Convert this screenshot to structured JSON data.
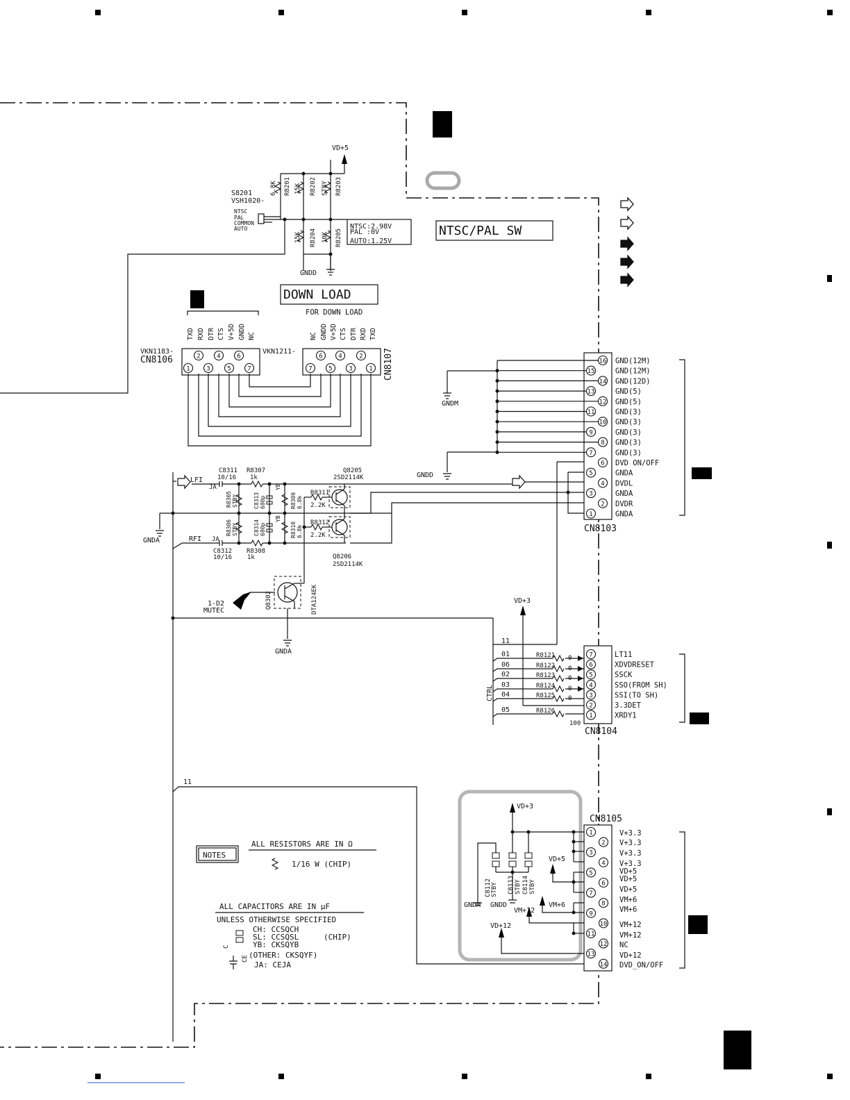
{
  "switch": {
    "vd5": "VD+5",
    "part": "S8201",
    "model": "VSH1020-",
    "pos1": "NTSC",
    "pos2": "PAL",
    "pos3": "COMMON",
    "pos4": "AUTO",
    "r1": "6.8K",
    "r1n": "R8201",
    "r2": "15K",
    "r2n": "R8202",
    "r3": "STBY",
    "r3n": "R8203",
    "r4": "15K",
    "r4n": "R8204",
    "r5": "10K",
    "r5n": "R8205",
    "volt1": "NTSC:2.98V",
    "volt2": "PAL :0V",
    "volt3": "AUTO:1.25V",
    "gndd": "GNDD",
    "title": "NTSC/PAL SW"
  },
  "download": {
    "title": "DOWN LOAD",
    "subtitle": "FOR DOWN LOAD",
    "left_model": "VKN1183-",
    "left_ref": "CN8106",
    "right_model": "VKN1211-",
    "right_ref": "CN8107",
    "left_signals": [
      "TXD",
      "RXD",
      "DTR",
      "CTS",
      "V+5D",
      "GNDD",
      "NC"
    ],
    "right_signals": [
      "NC",
      "GNDD",
      "V+5D",
      "CTS",
      "DTR",
      "RXD",
      "TXD"
    ],
    "left_pins": [
      "1",
      "2",
      "3",
      "4",
      "5",
      "6",
      "7"
    ],
    "right_pins": [
      "7",
      "6",
      "5",
      "4",
      "3",
      "2",
      "1"
    ]
  },
  "cn8103": {
    "ref": "CN8103",
    "pins": [
      "16",
      "15",
      "14",
      "13",
      "12",
      "11",
      "10",
      "9",
      "8",
      "7",
      "6",
      "5",
      "4",
      "3",
      "2",
      "1"
    ],
    "labels": [
      "GND(12M)",
      "GND(12M)",
      "GND(12D)",
      "GND(5)",
      "GND(5)",
      "GND(3)",
      "GND(3)",
      "GND(3)",
      "GND(3)",
      "GND(3)",
      "DVD ON/OFF",
      "GNDA",
      "DVDL",
      "GNDA",
      "DVDR",
      "GNDA"
    ],
    "gndm": "GNDM",
    "gndd": "GNDD"
  },
  "audio": {
    "lfi": "LFI",
    "rfi": "RFI",
    "ja1": "JA",
    "ja2": "JA",
    "c8311": "C8311",
    "c8311v": "10/16",
    "c8312": "C8312",
    "c8312v": "10/16",
    "r8307": "R8307",
    "r8307v": "1k",
    "r8308": "R8308",
    "r8308v": "1k",
    "r8305": "R8305",
    "r8305v": "STBY",
    "r8306": "R8306",
    "r8306v": "STBY",
    "c8313": "C8313",
    "c8313v": "680p",
    "c8314": "C8314",
    "c8314v": "680p",
    "yb1": "YB",
    "yb2": "YB",
    "r8309": "R8309",
    "r8309v": "6.8k",
    "r8310": "R8310",
    "r8310v": "6.8k",
    "r8311": "R8311",
    "r8311v": "2.2K",
    "r8312": "R8312",
    "r8312v": "2.2K",
    "q8205": "Q8205",
    "q8205v": "2SD2114K",
    "q8206": "Q8206",
    "q8206v": "2SD2114K",
    "q8302": "Q8302",
    "q8302v": "DTA124EK",
    "mutec1": "1-D2",
    "mutec2": "MUTEC",
    "gnda1": "GNDA",
    "gnda2": "GNDA"
  },
  "cn8104": {
    "ref": "CN8104",
    "vd3": "VD+3",
    "bus": "CTRL",
    "bus_top": "11",
    "bus_lines": [
      "01",
      "06",
      "02",
      "03",
      "04",
      "05"
    ],
    "resistors": [
      "R8121",
      "R8122",
      "R8123",
      "R8124",
      "R8125",
      "R8126"
    ],
    "res_values": [
      "0",
      "0",
      "0",
      "0",
      "0",
      "100"
    ],
    "pins": [
      "7",
      "6",
      "5",
      "4",
      "3",
      "2",
      "1"
    ],
    "labels": [
      "LT11",
      "XDVDRESET",
      "SSCK",
      "SSO(FROM SH)",
      "SSI(TO SH)",
      "3.3DET",
      "XRDY1"
    ]
  },
  "cn8105": {
    "ref": "CN8105",
    "wire_label": "11",
    "vd3": "VD+3",
    "vd5": "VD+5",
    "vm6": "VM+6",
    "vm12": "VM+12",
    "vd12": "VD+12",
    "c8112": "C8112",
    "c8112v": "STBY",
    "c8113": "C8113",
    "c8113v": "STBY",
    "c8114": "C8114",
    "c8114v": "STBY",
    "gndm": "GNDM",
    "gndd": "GNDD",
    "pins": [
      "1",
      "2",
      "3",
      "4",
      "5",
      "6",
      "7",
      "8",
      "9",
      "10",
      "11",
      "12",
      "13",
      "14"
    ],
    "labels": [
      "V+3.3",
      "V+3.3",
      "V+3.3",
      "V+3.3",
      "VD+5",
      "VD+5",
      "VD+5",
      "VM+6",
      "VM+6",
      "VM+12",
      "VM+12",
      "NC",
      "VD+12",
      "DVD_ON/OFF"
    ],
    "extra_label": "VD+5"
  },
  "notes": {
    "title": "NOTES",
    "res_head": "ALL RESISTORS ARE IN Ω",
    "res_text": "1/16 W (CHIP)",
    "cap_head": "ALL CAPACITORS ARE IN  μF",
    "cap_sub": "UNLESS OTHERWISE SPECIFIED",
    "ch": "CH: CCSQCH",
    "sl": "SL: CCSQSL",
    "yb": "YB: CKSQYB",
    "chip": "(CHIP)",
    "other": "(OTHER: CKSQYF)",
    "ja": "JA: CEJA"
  }
}
